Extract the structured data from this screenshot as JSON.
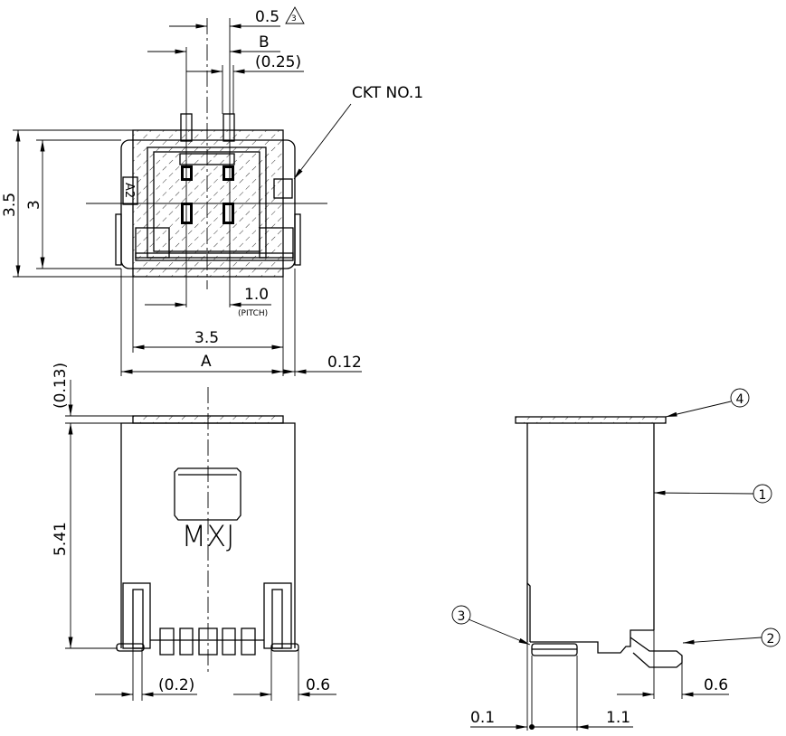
{
  "top_view": {
    "dim_0_5": "0.5",
    "rev_mark": "3",
    "dim_b": "B",
    "dim_0_25": "(0.25)",
    "ckt_label": "CKT NO.1",
    "a2_label": "A2",
    "dim_height_3_5": "3.5",
    "dim_height_3": "3",
    "dim_pitch": "1.0",
    "pitch_label": "(PITCH)",
    "dim_width_3_5": "3.5",
    "dim_a": "A",
    "dim_0_12": "0.12"
  },
  "front_view": {
    "dim_0_13": "(0.13)",
    "dim_5_41": "5.41",
    "marking": "MXJ",
    "dim_0_2": "(0.2)",
    "dim_0_6": "0.6"
  },
  "side_view": {
    "balloons": [
      "1",
      "2",
      "3",
      "4"
    ],
    "dim_0_6": "0.6",
    "dim_0_1": "0.1",
    "dim_1_1": "1.1"
  }
}
